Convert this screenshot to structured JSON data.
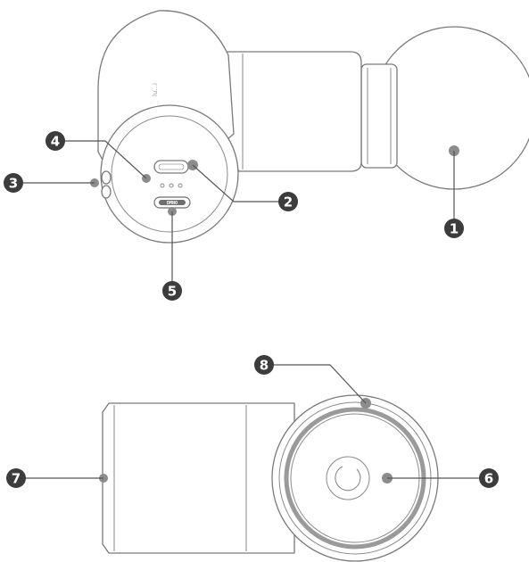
{
  "device": {
    "brand_text": "lu...i",
    "port_label": "DMNO"
  },
  "callouts": [
    {
      "id": "callout-1",
      "label": "1"
    },
    {
      "id": "callout-2",
      "label": "2"
    },
    {
      "id": "callout-3",
      "label": "3"
    },
    {
      "id": "callout-4",
      "label": "4"
    },
    {
      "id": "callout-5",
      "label": "5"
    },
    {
      "id": "callout-6",
      "label": "6"
    },
    {
      "id": "callout-7",
      "label": "7"
    },
    {
      "id": "callout-8",
      "label": "8"
    }
  ],
  "colors": {
    "badge": "#3c3c3c",
    "outline": "#7a7a7a",
    "ring": "#9a9a9a"
  }
}
